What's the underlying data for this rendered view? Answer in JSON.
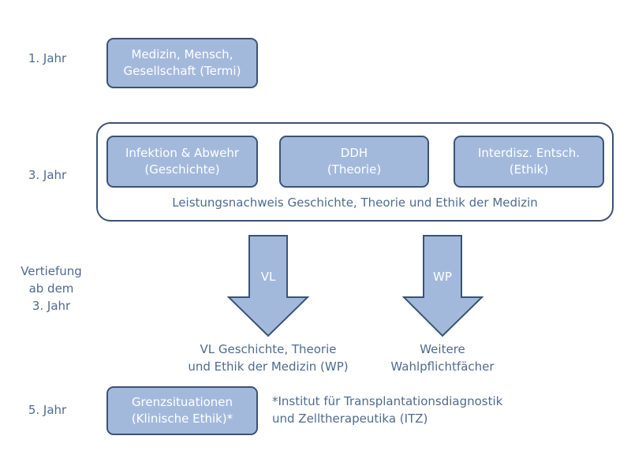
{
  "years": {
    "year1": "1. Jahr",
    "year3": "3. Jahr",
    "vertiefung": [
      "Vertiefung",
      "ab dem",
      "3. Jahr"
    ],
    "year5": "5. Jahr"
  },
  "boxes": {
    "medizin": [
      "Medizin, Mensch,",
      "Gesellschaft (Termi)"
    ],
    "infektion": [
      "Infektion & Abwehr",
      "(Geschichte)"
    ],
    "ddh": [
      "DDH",
      "(Theorie)"
    ],
    "interdisz": [
      "Interdisz. Entsch.",
      "(Ethik)"
    ],
    "grenz": [
      "Grenzsituationen",
      "(Klinische Ethik)*"
    ]
  },
  "container_caption": "Leistungsnachweis Geschichte, Theorie und Ethik der Medizin",
  "arrows": {
    "vl": "VL",
    "wp": "WP"
  },
  "outcomes": {
    "vl": [
      "VL Geschichte, Theorie",
      "und Ethik der Medizin (WP)"
    ],
    "wp": [
      "Weitere",
      "Wahlpflichtfächer"
    ]
  },
  "footnote": [
    "*Institut für Transplantationsdiagnostik",
    "und Zelltherapeutika (ITZ)"
  ],
  "colors": {
    "box_fill": "#a3b9dc",
    "box_border": "#3c5275",
    "text": "#4f6b8f"
  }
}
